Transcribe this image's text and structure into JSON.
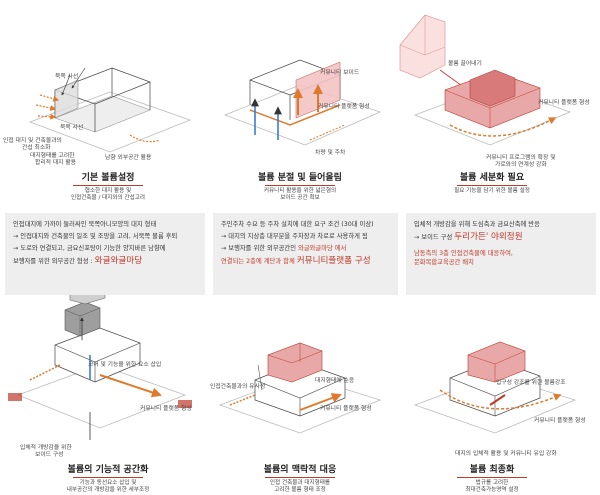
{
  "diagrams": {
    "d1": {
      "title": "기본 볼륨설정",
      "sub1": "협소한 대지 활용 및",
      "sub2": "인접건축물 / 대지와의 간섭고려",
      "labels": {
        "north": "북쪽 사선",
        "north2": "북쪽 사선",
        "neighbor1": "인접 대지 및 건축물과의",
        "neighbor2": "간섭 최소화",
        "shape1": "대지형태를 고려한",
        "shape2": "합리적 대지 활용",
        "south": "남향 외부공간 활용"
      }
    },
    "d2": {
      "title": "볼륨 분절 및 들어올림",
      "sub1": "커뮤니티 활용을 위한 넓은형의",
      "sub2": "보이드 공간 확보",
      "labels": {
        "void": "커뮤니티 보이드",
        "platform": "커뮤니티 플랫폼 형성",
        "parking": "차량 및 주차"
      }
    },
    "d3": {
      "title": "볼륨 세분화 필요",
      "sub1": "필요 기능을 담기 위한 볼륨 설정",
      "labels": {
        "extrude": "볼륨 끌어내기",
        "platform": "커뮤니티 플랫폼 형성",
        "prog1": "커뮤니티 프로그램의 확장 및",
        "prog2": "가로와의 연계성 강화"
      }
    },
    "d4": {
      "title": "볼륨의 기능적 공간화",
      "sub1": "기능과 동선요소 삽입 및",
      "sub2": "내부공간의 개방감을 위한 세부조정",
      "labels": {
        "insert": "코어 및 기능을 위한 요소 삽입",
        "platform": "커뮤니티 플랫폼 형성",
        "open1": "입체적 개방감을 위한",
        "open2": "보이드 구성"
      }
    },
    "d5": {
      "title": "볼륨의 맥락적 대응",
      "sub1": "인접 건축물과 대지형태를",
      "sub2": "고려한 볼륨 형태 조정",
      "labels": {
        "similar": "인접건축물과의 유사성",
        "follow": "대지형태에 순응",
        "platform": "커뮤니티 플랫폼 형성"
      }
    },
    "d6": {
      "title": "볼륨 최종화",
      "sub1": "법규를 고려한",
      "sub2": "최대건축가능영역 설정",
      "labels": {
        "entry": "입구성 강조를 위한 볼륨강조",
        "platform": "커뮤니티 플랫폼 형성",
        "flow": "대지의 입체적 활용 및 커뮤니티 유입 강화"
      }
    }
  },
  "textboxes": {
    "b1": {
      "l1": "인접대지에 가까이 둘러싸인 북쪽아니모양의 대지 형태",
      "l2": "→ 인접대지와 건축물의 일조 및 조망을 고려, 서북쪽 볼륨 후퇴",
      "l3": "→ 도로와 연결되고, 금요신포탕이 기능한 양지바른 남향에",
      "l4": "보행자를 위한 외부공간 형성 :",
      "l4b": "와글와글마당"
    },
    "b2": {
      "l1": "주민주차 수요 등 주차 설치에 대한 요구 조건 (30대 이상)",
      "l2": "→ 대지의 지상층 대부분을 주차장과 차로로 사용하게 됨",
      "l3": "→ 보행자를 위한 외부공간인",
      "l3b": "와글와글마당 에서",
      "l4": "연결되는 2층에 계단과 함께",
      "l4b": "커뮤니티플랫폼 구성"
    },
    "b3": {
      "l1": "입체적 개방감을 위해 도심축과 금요산축에 반응",
      "l2": "→ 보이드 구성",
      "l2b": "두리가든' 야외정원",
      "l3": "남동측의 3층 인접건축물에 대응하여,",
      "l4": "문화복합교육공간 배치"
    }
  }
}
